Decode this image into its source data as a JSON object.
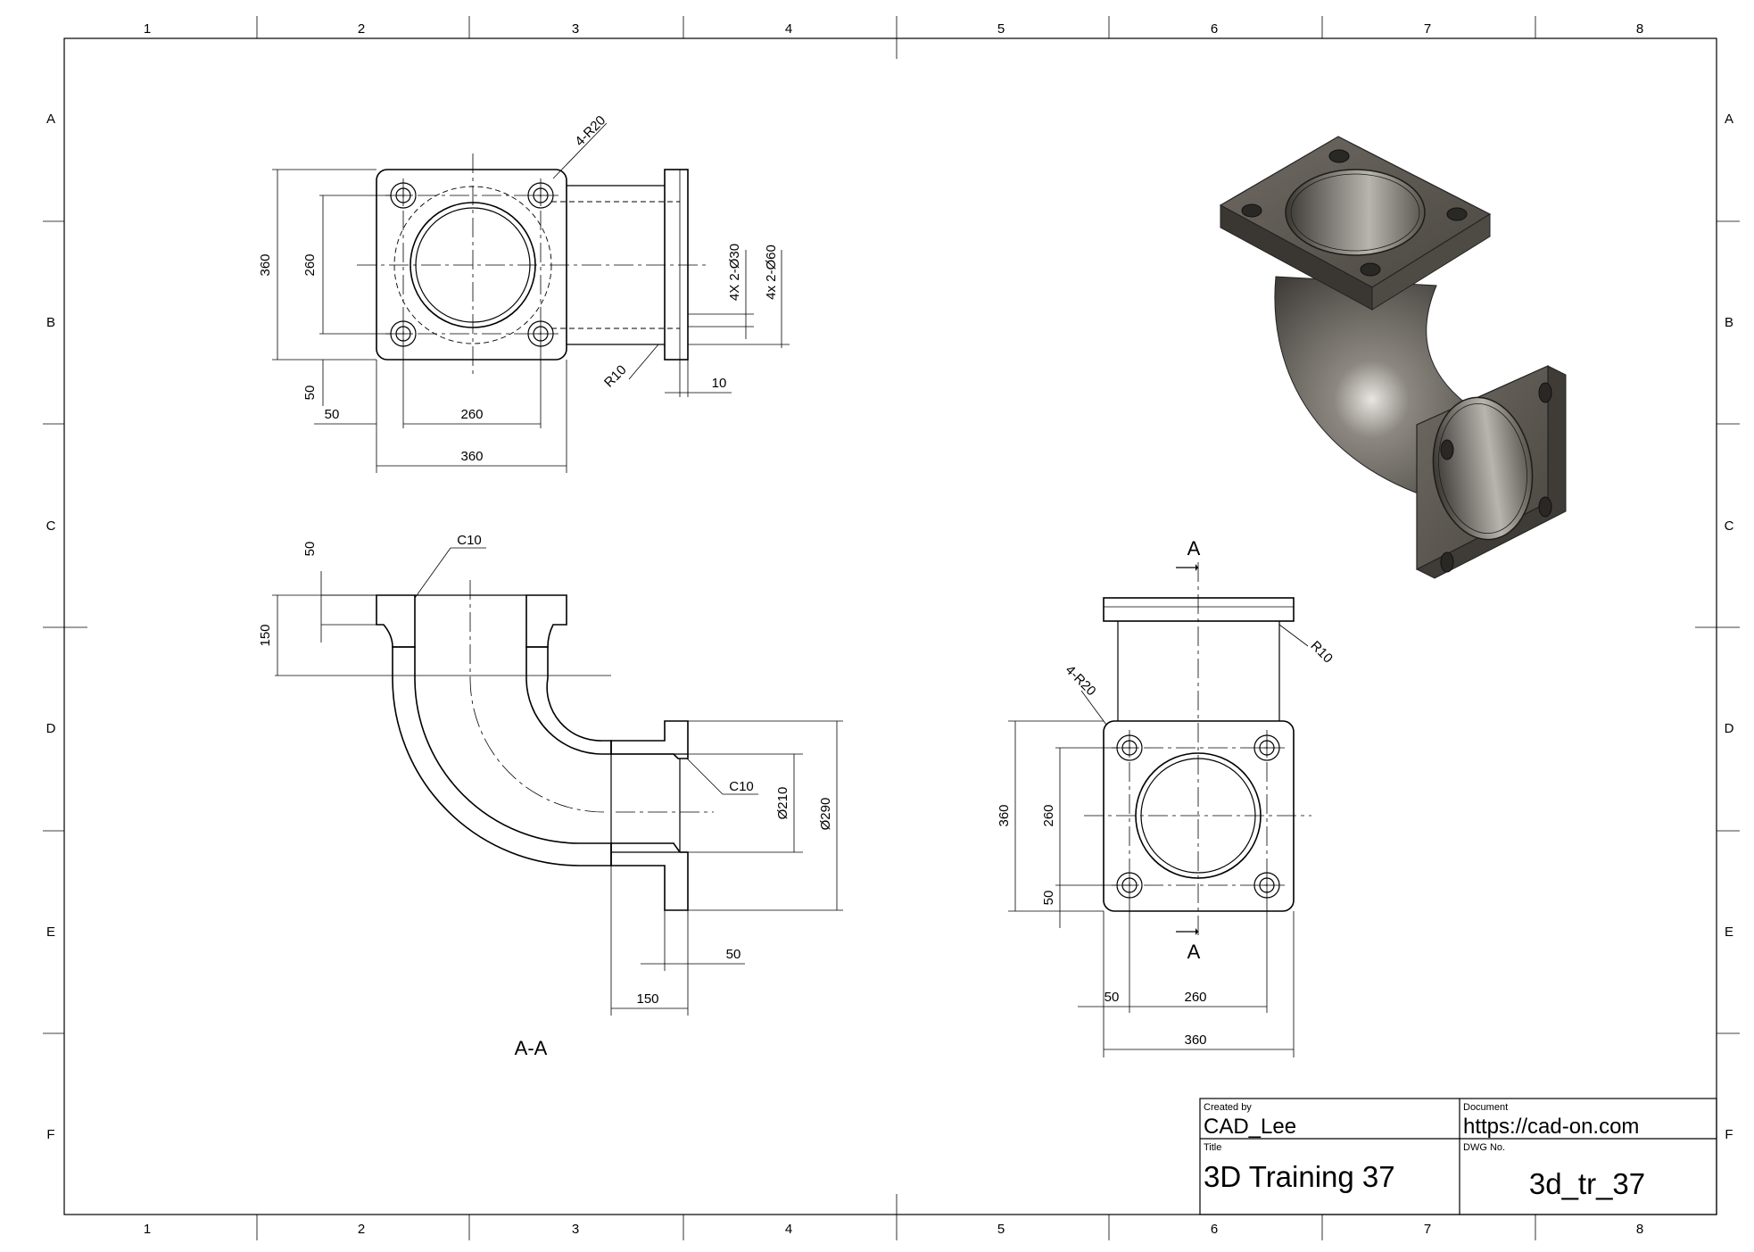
{
  "grid": {
    "columns": [
      "1",
      "2",
      "3",
      "4",
      "5",
      "6",
      "7",
      "8"
    ],
    "rows": [
      "A",
      "B",
      "C",
      "D",
      "E",
      "F"
    ]
  },
  "title_block": {
    "created_by_label": "Created by",
    "created_by": "CAD_Lee",
    "document_label": "Document",
    "document": "https://cad-on.com",
    "title_label": "Title",
    "title": "3D Training 37",
    "dwg_no_label": "DWG No.",
    "dwg_no": "3d_tr_37"
  },
  "top_view": {
    "dims": {
      "r20": "4-R20",
      "h360": "360",
      "h260": "260",
      "hole30": "4X 2-Ø30",
      "hole60": "4x 2-Ø60",
      "r10": "R10",
      "d10": "10",
      "d50v": "50",
      "d50h": "50",
      "w260": "260",
      "w360": "360"
    }
  },
  "section_view": {
    "label": "A-A",
    "dims": {
      "d50": "50",
      "c10_top": "C10",
      "d150v": "150",
      "c10_right": "C10",
      "dia210": "Ø210",
      "dia290": "Ø290",
      "d50h": "50",
      "d150h": "150"
    }
  },
  "front_view": {
    "section_mark_top": "A",
    "section_mark_bottom": "A",
    "dims": {
      "r10": "R10",
      "r20": "4-R20",
      "h360": "360",
      "h260": "260",
      "d50v": "50",
      "d50h": "50",
      "w260": "260",
      "w360": "360"
    }
  },
  "iso_view": {
    "material_color": "#5e5a54"
  }
}
